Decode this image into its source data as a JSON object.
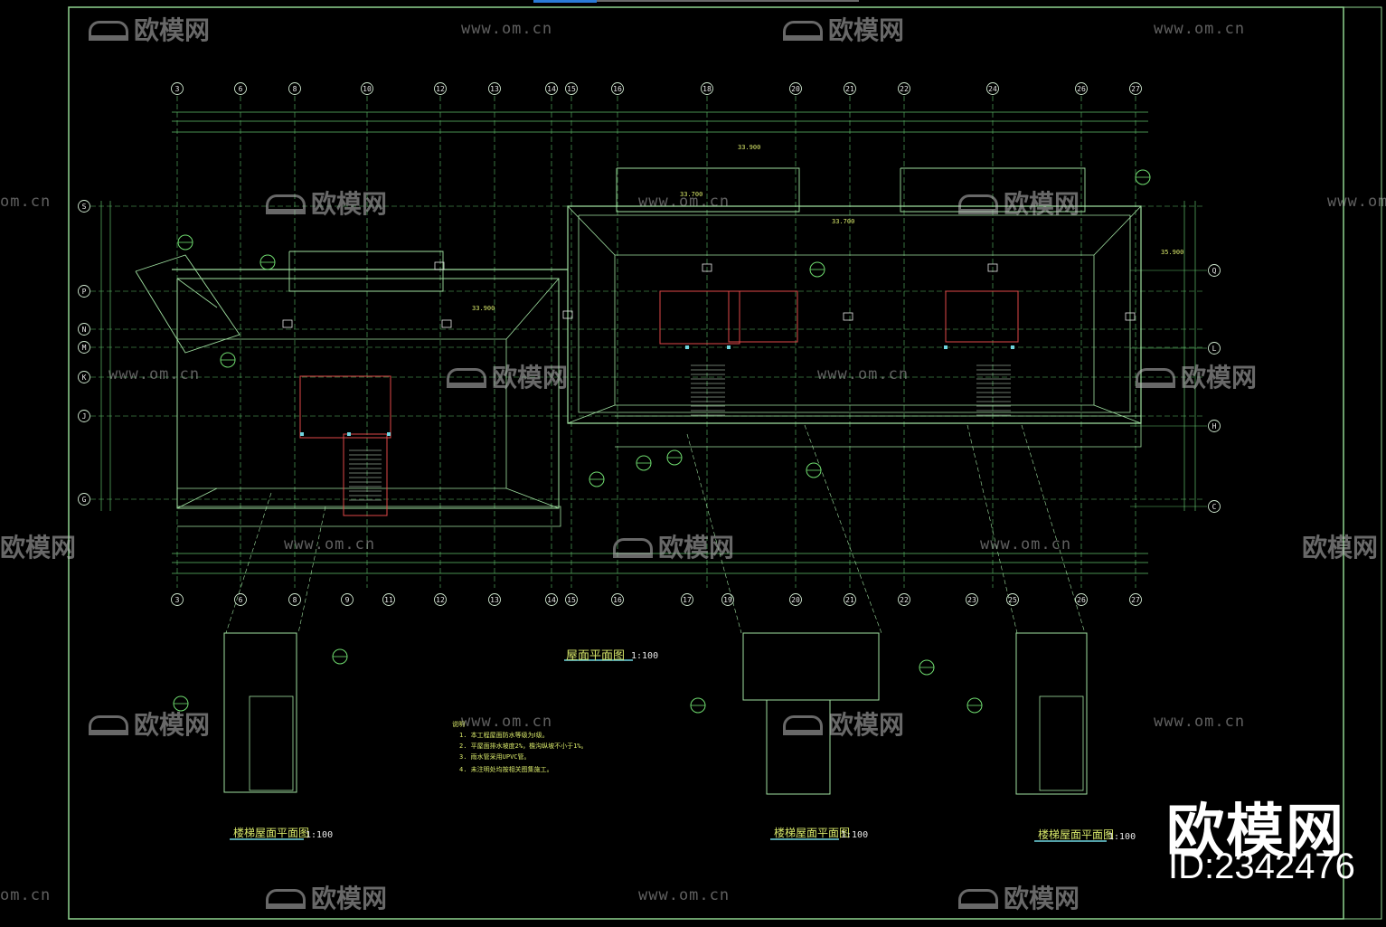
{
  "watermark": {
    "brand_text": "欧模网",
    "url_text": "www.om.cn",
    "url_partial": "om.cn",
    "brand_partial": "欧模网"
  },
  "brand": {
    "name": "欧模网",
    "id_label": "ID:2342476"
  },
  "drawing": {
    "column_axes": [
      "3",
      "6",
      "8",
      "10",
      "12",
      "13",
      "14",
      "15",
      "16",
      "18",
      "20",
      "21",
      "22",
      "24",
      "26",
      "27"
    ],
    "column_axes_bottom": [
      "3",
      "6",
      "8",
      "9",
      "11",
      "12",
      "13",
      "14",
      "15",
      "16",
      "17",
      "19",
      "20",
      "21",
      "22",
      "23",
      "25",
      "26",
      "27"
    ],
    "row_axes_left": [
      "S",
      "P",
      "N",
      "M",
      "K",
      "J",
      "G"
    ],
    "row_axes_right": [
      "Q",
      "L",
      "H",
      "C"
    ],
    "main_title": "屋面平面图",
    "main_scale": "1:100",
    "sub_titles": [
      {
        "title": "楼梯屋面平面图",
        "scale": "1:100"
      },
      {
        "title": "楼梯屋面平面图",
        "scale": "1:100"
      },
      {
        "title": "楼梯屋面平面图",
        "scale": "1:100"
      }
    ],
    "elevations": [
      "33.900",
      "33.700",
      "33.900",
      "33.700",
      "35.900"
    ],
    "notes_heading": "说明",
    "notes": [
      "1. 本工程屋面防水等级为Ⅰ级。",
      "2. 平屋面排水坡度2%，檐沟纵坡不小于1%。",
      "3. 雨水管采用UPVC管。",
      "4. 未注明处均按相关图集施工。"
    ],
    "colors": {
      "background": "#000000",
      "axis_line": "#5fbf6a",
      "wall_line": "#9fe0a0",
      "highlight_red": "#e04848",
      "text_yellow": "#d8e86a",
      "cyan_marker": "#6fd6e0"
    }
  }
}
